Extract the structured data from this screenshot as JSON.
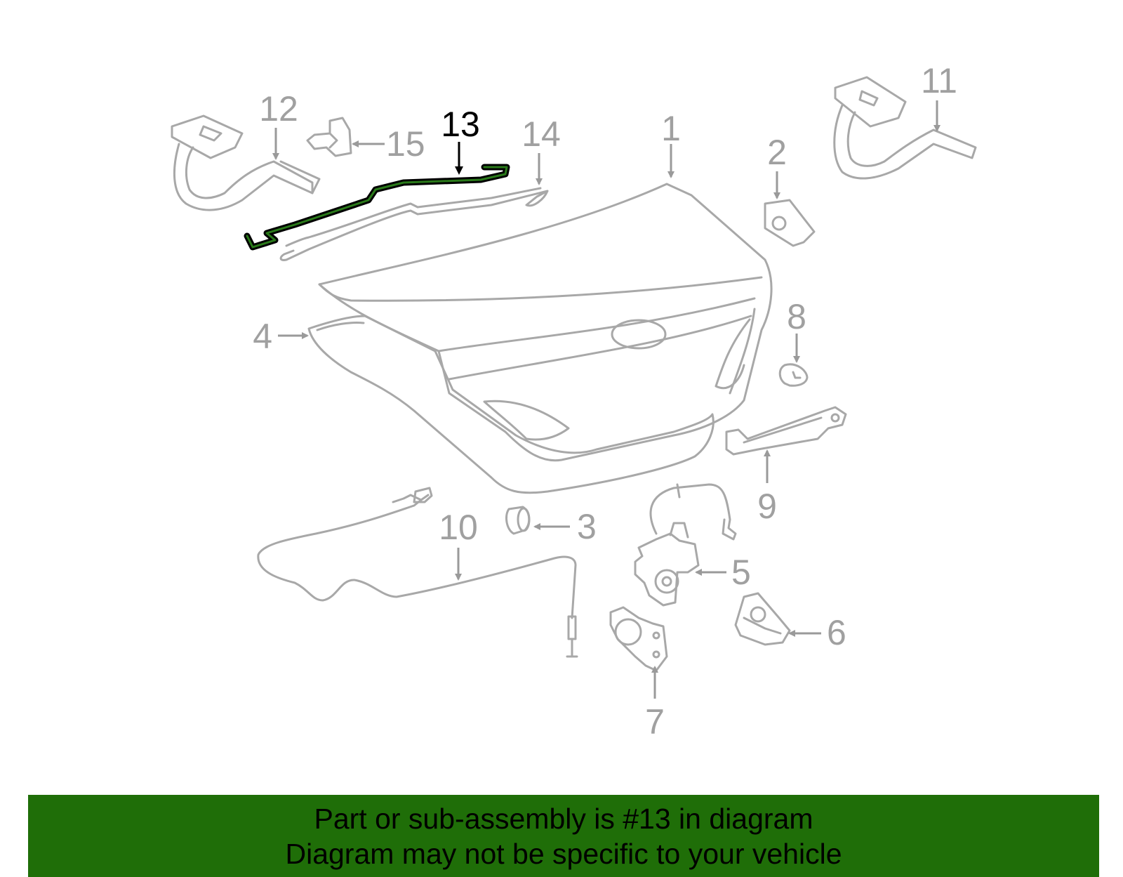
{
  "diagram": {
    "highlighted_part": "13",
    "callouts": [
      "1",
      "2",
      "3",
      "4",
      "5",
      "6",
      "7",
      "8",
      "9",
      "10",
      "11",
      "12",
      "13",
      "14",
      "15"
    ],
    "colors": {
      "part_stroke": "#a8a8a8",
      "highlight": "#000000",
      "highlight_inner": "#2a7a1a",
      "banner_bg": "#1f6e08"
    }
  },
  "banner": {
    "line1": "Part or sub-assembly is #13 in diagram",
    "line2": "Diagram may not be specific to your vehicle"
  }
}
